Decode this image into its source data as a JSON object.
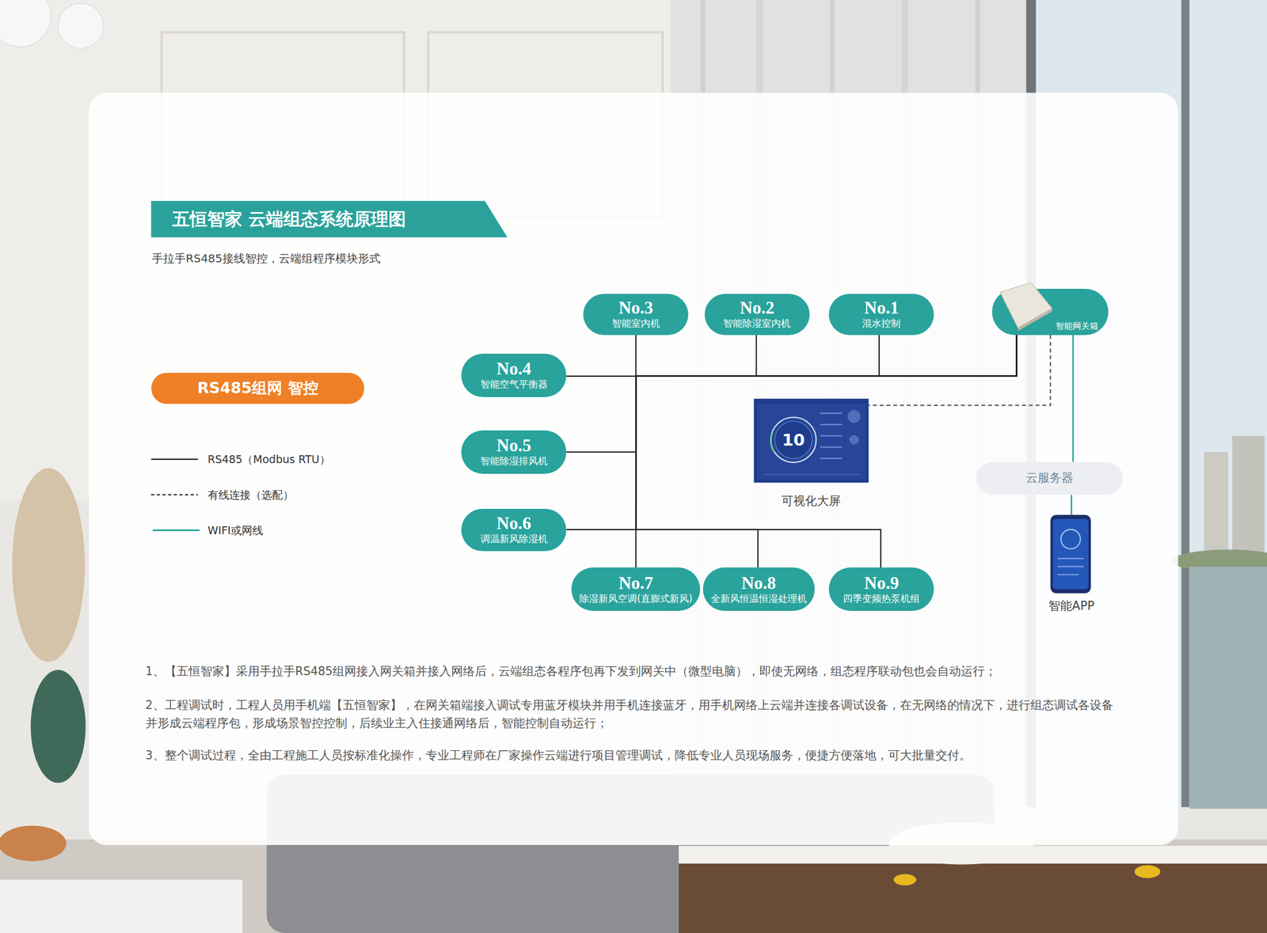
{
  "diagram": {
    "title": "五恒智家 云端组态系统原理图",
    "caption": "手拉手RS485接线智控，云端组程序模块形式",
    "nodes": [
      {
        "text": [
          "No.3",
          "智能室内机"
        ]
      },
      {
        "text": [
          "No.2",
          "智能除湿室内机"
        ]
      },
      {
        "text": [
          "No.1",
          "混水控制"
        ]
      },
      {
        "text": [
          "智能网关箱"
        ]
      },
      {
        "text": [
          "No.4",
          "智能空气平衡器"
        ]
      },
      {
        "text": [
          "RS485组网 智控"
        ]
      },
      {
        "text": [
          "可视化大屏"
        ]
      },
      {
        "text": [
          "No.5",
          "智能除湿排风机"
        ]
      },
      {
        "text": [
          "云服务器"
        ]
      },
      {
        "text": [
          "No.6",
          "调温新风除湿机"
        ]
      },
      {
        "text": [
          "智能APP"
        ]
      },
      {
        "text": [
          "No.7",
          "除湿新风空调(直膨式新风)"
        ]
      },
      {
        "text": [
          "No.8",
          "全新风恒温恒湿处理机"
        ]
      },
      {
        "text": [
          "No.9",
          "四季变频热泵机组"
        ]
      }
    ],
    "edges": [
      {
        "from": 4,
        "to": 3,
        "arrow": "none"
      },
      {
        "from": 0,
        "to": 3,
        "arrow": "none"
      },
      {
        "from": 1,
        "to": 3,
        "arrow": "none"
      },
      {
        "from": 2,
        "to": 3,
        "arrow": "none"
      },
      {
        "from": 7,
        "to": 3,
        "arrow": "none"
      },
      {
        "from": 9,
        "to": 3,
        "arrow": "none"
      },
      {
        "from": 11,
        "to": 3,
        "arrow": "none"
      },
      {
        "from": 12,
        "to": 3,
        "arrow": "none"
      },
      {
        "from": 13,
        "to": 3,
        "arrow": "none"
      },
      {
        "from": 3,
        "to": 6,
        "arrow": "none"
      },
      {
        "from": 3,
        "to": 8,
        "arrow": "none"
      },
      {
        "from": 8,
        "to": 10,
        "arrow": "none"
      }
    ],
    "labels": [
      "10",
      "1、【五恒智家】采用手拉手RS485组网接入网关箱并接入网络后，云端组态各程序包再下发到网关中（微型电脑），即使无网络，组态程序联动包也会自动运行；",
      "2、工程调试时，工程人员用手机端【五恒智家】，在网关箱端接入调试专用蓝牙模块并用手机连接蓝牙，用手机网络上云端并连接各调试设备，在无网络的情况下，进行组态调试各设备并形成云端程序包，形成场景智控控制，后续业主入住接通网络后，智能控制自动运行；",
      "3、整个调试过程，全由工程施工人员按标准化操作，专业工程师在厂家操作云端进行项目管理调试，降低专业人员现场服务，便捷方便落地，可大批量交付。"
    ],
    "legend": [
      {
        "text": "RS485（Modbus RTU）"
      },
      {
        "text": "有线连接（选配）"
      },
      {
        "text": "WIFI或网线"
      }
    ]
  }
}
